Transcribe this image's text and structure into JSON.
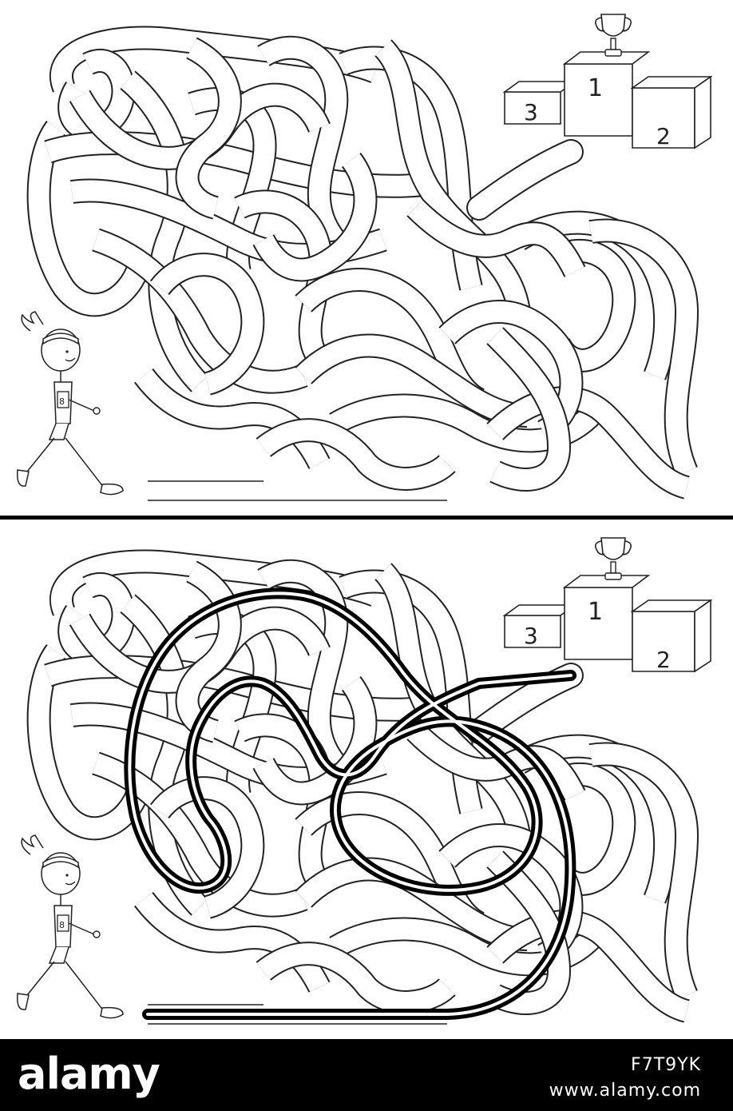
{
  "puzzle": {
    "maze_label": "maze",
    "solution_label": "maze-solution",
    "podium_places": [
      "3",
      "1",
      "2"
    ],
    "runner_bib": "8",
    "solution_color": "#000000",
    "path_color": "#ffffff",
    "outline_color": "#222222"
  },
  "watermark": {
    "brand": "alamy",
    "image_id": "F7T9YK",
    "site": "www.alamy.com"
  }
}
